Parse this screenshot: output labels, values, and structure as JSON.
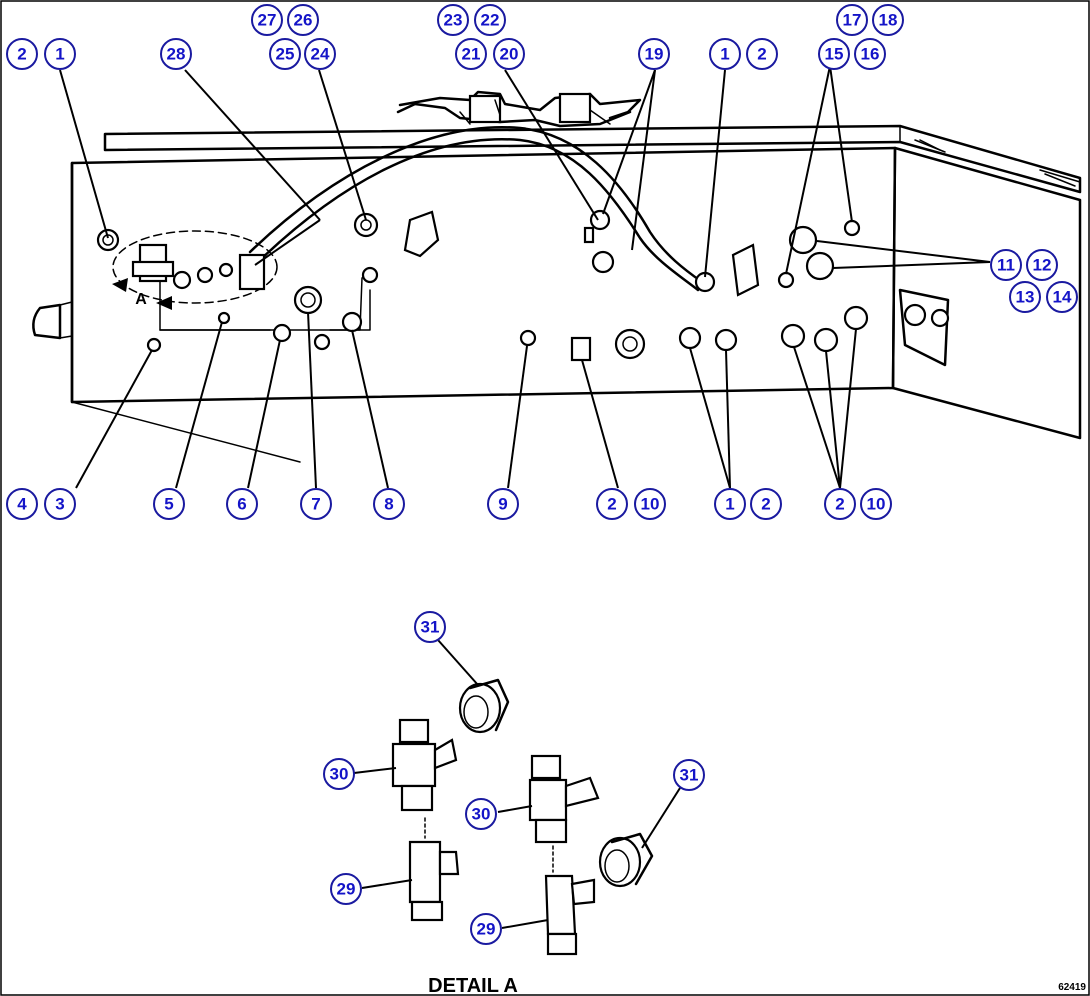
{
  "callouts": [
    {
      "id": "c-2-a",
      "label": "2"
    },
    {
      "id": "c-1-a",
      "label": "1"
    },
    {
      "id": "c-28",
      "label": "28"
    },
    {
      "id": "c-27",
      "label": "27"
    },
    {
      "id": "c-26",
      "label": "26"
    },
    {
      "id": "c-25",
      "label": "25"
    },
    {
      "id": "c-24",
      "label": "24"
    },
    {
      "id": "c-23",
      "label": "23"
    },
    {
      "id": "c-22",
      "label": "22"
    },
    {
      "id": "c-21",
      "label": "21"
    },
    {
      "id": "c-20",
      "label": "20"
    },
    {
      "id": "c-19",
      "label": "19"
    },
    {
      "id": "c-1-b",
      "label": "1"
    },
    {
      "id": "c-2-b",
      "label": "2"
    },
    {
      "id": "c-17",
      "label": "17"
    },
    {
      "id": "c-18",
      "label": "18"
    },
    {
      "id": "c-15",
      "label": "15"
    },
    {
      "id": "c-16",
      "label": "16"
    },
    {
      "id": "c-11",
      "label": "11"
    },
    {
      "id": "c-12",
      "label": "12"
    },
    {
      "id": "c-13",
      "label": "13"
    },
    {
      "id": "c-14",
      "label": "14"
    },
    {
      "id": "c-4",
      "label": "4"
    },
    {
      "id": "c-3",
      "label": "3"
    },
    {
      "id": "c-5",
      "label": "5"
    },
    {
      "id": "c-6",
      "label": "6"
    },
    {
      "id": "c-7",
      "label": "7"
    },
    {
      "id": "c-8",
      "label": "8"
    },
    {
      "id": "c-9",
      "label": "9"
    },
    {
      "id": "c-2-c",
      "label": "2"
    },
    {
      "id": "c-10-a",
      "label": "10"
    },
    {
      "id": "c-1-c",
      "label": "1"
    },
    {
      "id": "c-2-d",
      "label": "2"
    },
    {
      "id": "c-2-e",
      "label": "2"
    },
    {
      "id": "c-10-b",
      "label": "10"
    },
    {
      "id": "c-31-a",
      "label": "31"
    },
    {
      "id": "c-30-a",
      "label": "30"
    },
    {
      "id": "c-30-b",
      "label": "30"
    },
    {
      "id": "c-31-b",
      "label": "31"
    },
    {
      "id": "c-29-a",
      "label": "29"
    },
    {
      "id": "c-29-b",
      "label": "29"
    }
  ],
  "view_label": "A",
  "caption": "DETAIL A",
  "figure_id": "62419"
}
